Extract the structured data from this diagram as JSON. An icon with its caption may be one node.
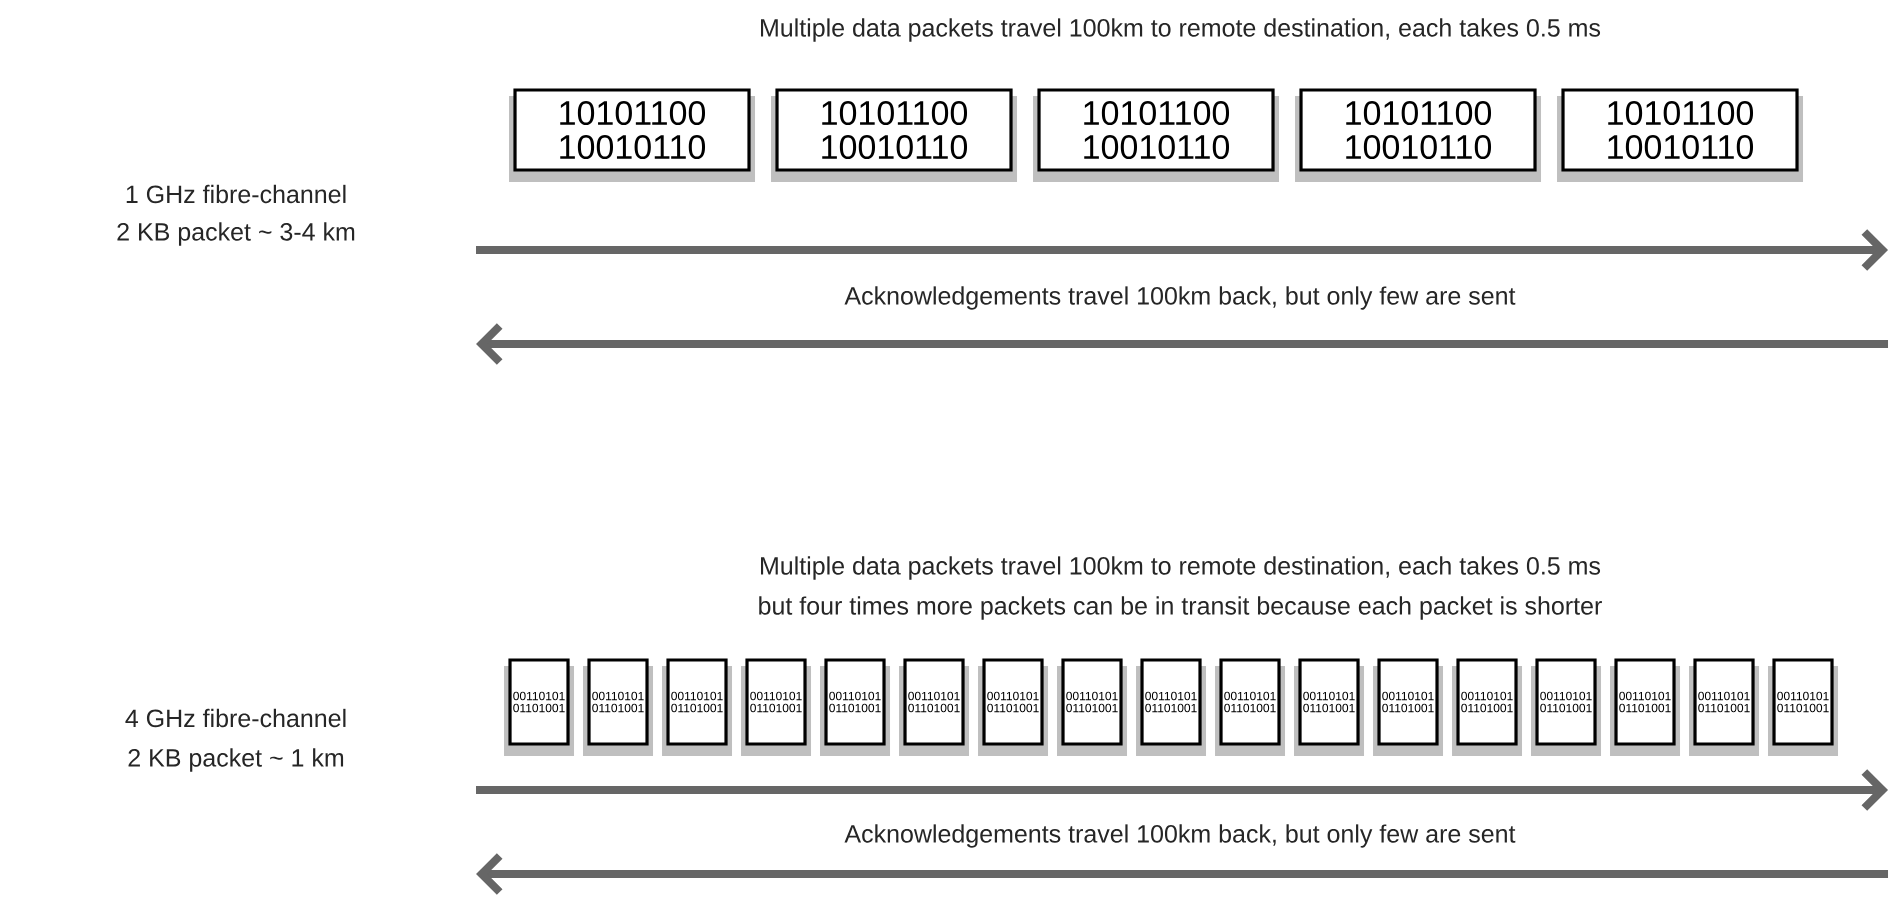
{
  "diagram": {
    "nodes": [
      {
        "text": [
          "10101100 10010110"
        ]
      },
      {
        "text": [
          "10101100 10010110"
        ]
      },
      {
        "text": [
          "10101100 10010110"
        ]
      },
      {
        "text": [
          "10101100 10010110"
        ]
      },
      {
        "text": [
          "10101100 10010110"
        ]
      },
      {
        "text": [
          "00110101 01101001"
        ]
      },
      {
        "text": [
          "00110101 01101001"
        ]
      },
      {
        "text": [
          "00110101 01101001"
        ]
      },
      {
        "text": [
          "00110101 01101001"
        ]
      },
      {
        "text": [
          "00110101 01101001"
        ]
      },
      {
        "text": [
          "00110101 01101001"
        ]
      },
      {
        "text": [
          "00110101 01101001"
        ]
      },
      {
        "text": [
          "00110101 01101001"
        ]
      },
      {
        "text": [
          "00110101 01101001"
        ]
      },
      {
        "text": [
          "00110101 01101001"
        ]
      },
      {
        "text": [
          "00110101 01101001"
        ]
      },
      {
        "text": [
          "00110101 01101001"
        ]
      },
      {
        "text": [
          "00110101 01101001"
        ]
      },
      {
        "text": [
          "00110101 01101001"
        ]
      },
      {
        "text": [
          "00110101 01101001"
        ]
      },
      {
        "text": [
          "00110101 01101001"
        ]
      },
      {
        "text": [
          "00110101 01101001"
        ]
      }
    ],
    "labels": [
      "Multiple data packets travel 100km to remote destination, each takes 0.5 ms",
      "1 GHz fibre-channel",
      "2 KB packet ~ 3-4 km",
      "Acknowledgements travel 100km back, but only few are sent",
      "Multiple data packets travel 100km to remote destination, each takes 0.5 ms",
      "but four times more packets can be in transit because each packet is shorter",
      "4 GHz fibre-channel",
      "2 KB packet ~ 1 km",
      "Acknowledgements travel 100km back, but only few are sent"
    ]
  }
}
